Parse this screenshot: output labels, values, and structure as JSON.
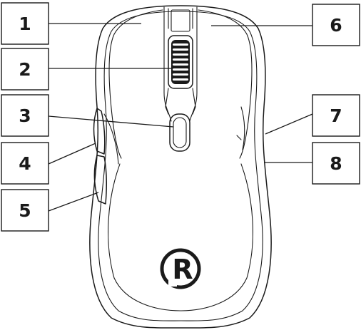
{
  "callouts": [
    {
      "label": "1"
    },
    {
      "label": "2"
    },
    {
      "label": "3"
    },
    {
      "label": "4"
    },
    {
      "label": "5"
    },
    {
      "label": "6"
    },
    {
      "label": "7"
    },
    {
      "label": "8"
    }
  ],
  "logo": {
    "letter": "R"
  },
  "colors": {
    "line": "#1a1a1a",
    "background": "#ffffff"
  }
}
